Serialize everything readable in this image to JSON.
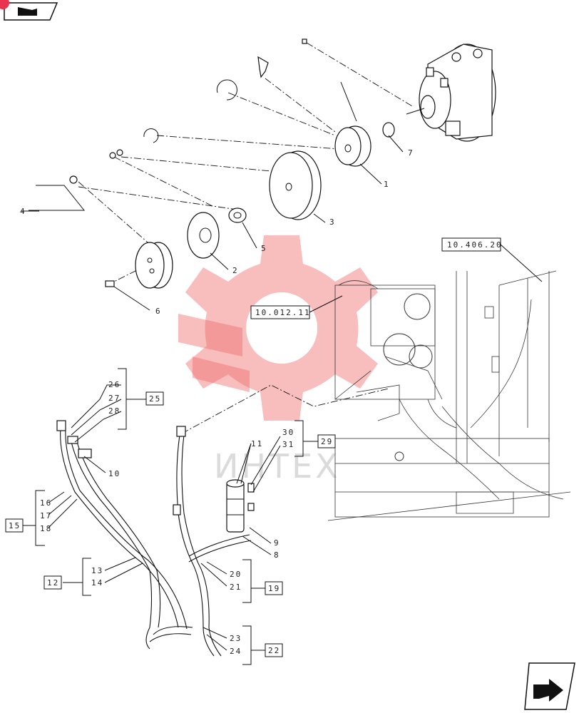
{
  "watermark": {
    "text": "ИНТЕХ",
    "color": "#f06c6c"
  },
  "nav": {
    "back_icon": "back-arrow-icon",
    "next_icon": "next-arrow-icon",
    "badge_color": "#e8344e"
  },
  "reference_boxes": {
    "ref_406": "10.406.20",
    "ref_012": "10.012.11"
  },
  "group_boxes": {
    "g25": "25",
    "g29": "29",
    "g15": "15",
    "g12": "12",
    "g19": "19",
    "g22": "22"
  },
  "callouts": {
    "c1": "1",
    "c2": "2",
    "c3": "3",
    "c4": "4",
    "c5": "5",
    "c6": "6",
    "c7": "7",
    "c8": "8",
    "c9": "9",
    "c10": "10",
    "c11": "11",
    "c13": "13",
    "c14": "14",
    "c16": "16",
    "c17": "17",
    "c18": "18",
    "c20": "20",
    "c21": "21",
    "c23": "23",
    "c24": "24",
    "c26": "26",
    "c27": "27",
    "c28": "28",
    "c30": "30",
    "c31": "31"
  }
}
